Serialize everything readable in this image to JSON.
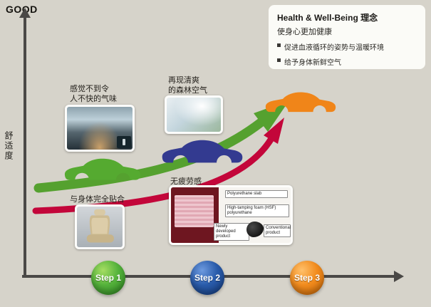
{
  "axes": {
    "good_label": "GOOD",
    "y_axis_label": "舒适度"
  },
  "info_box": {
    "title": "Health & Well-Being 理念",
    "subtitle": "使身心更加健康",
    "bullets": [
      {
        "text": "促进血液循环的姿势与温暖环境"
      },
      {
        "text": "给予身体新鲜空气"
      }
    ]
  },
  "steps": [
    {
      "label": "Step 1",
      "color": "#3fa22e"
    },
    {
      "label": "Step 2",
      "color": "#1d4f9e"
    },
    {
      "label": "Step 3",
      "color": "#f08519"
    }
  ],
  "annotations": {
    "odor": {
      "line1": "感觉不到令",
      "line2": "人不快的气味"
    },
    "forest": {
      "line1": "再现清爽",
      "line2": "的森林空气"
    },
    "fit": {
      "text": "与身体完全贴合"
    },
    "fatigue": {
      "text": "无疲劳感"
    }
  },
  "foam_chart": {
    "slab_label": "Polyurethane slab",
    "hsf_label": "High-tamping foam (HSF) polyurethane",
    "new_label": "Newly developed product",
    "conventional_label": "Conventional product"
  },
  "colors": {
    "background": "#d6d3ca",
    "axis": "#4a4846",
    "green_arrow": "#55a12f",
    "red_arrow": "#c3063a",
    "car_green": "#55aa30",
    "car_blue": "#333a90",
    "car_orange": "#f08519"
  }
}
